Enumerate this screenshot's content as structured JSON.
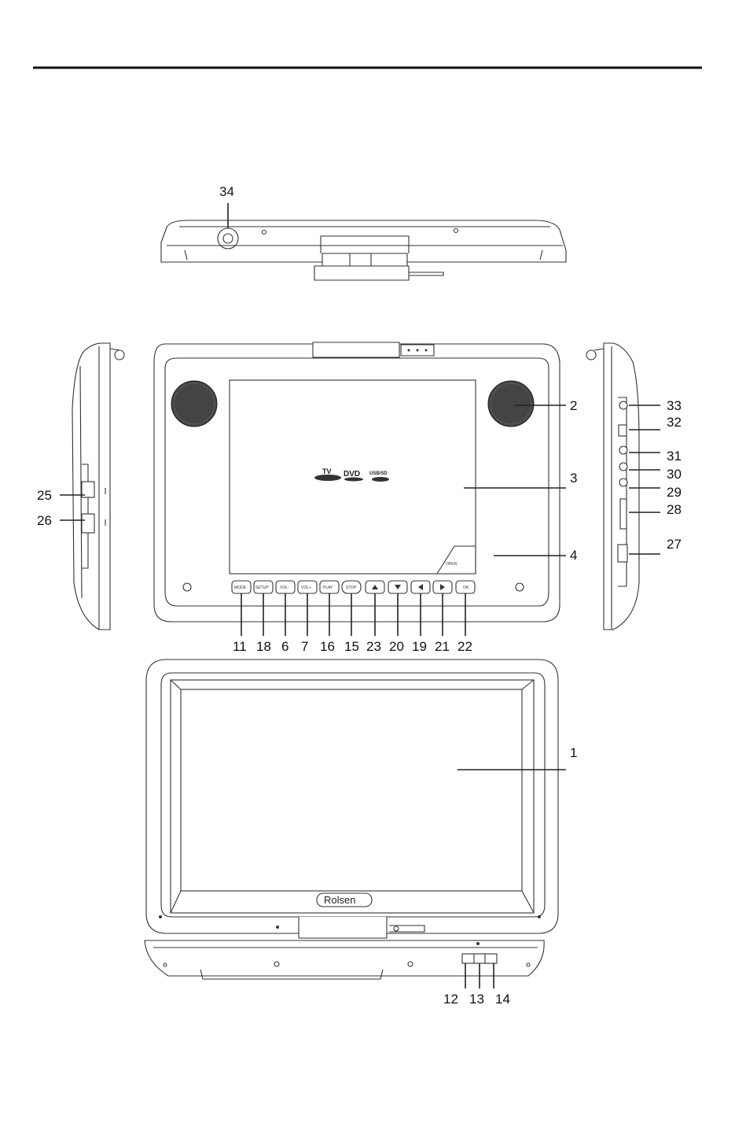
{
  "callouts": {
    "c1": "1",
    "c2": "2",
    "c3": "3",
    "c4": "4",
    "c6": "6",
    "c7": "7",
    "c11": "11",
    "c12": "12",
    "c13": "13",
    "c14": "14",
    "c15": "15",
    "c16": "16",
    "c18": "18",
    "c19": "19",
    "c20": "20",
    "c21": "21",
    "c22": "22",
    "c23": "23",
    "c25": "25",
    "c26": "26",
    "c27": "27",
    "c28": "28",
    "c29": "29",
    "c30": "30",
    "c31": "31",
    "c32": "32",
    "c33": "33",
    "c34": "34"
  },
  "buttons": {
    "mode": "MODE",
    "setup": "SETUP",
    "vol_down": "VOL-",
    "vol_up": "VOL+",
    "play": "PLAY",
    "stop": "STOP",
    "ok": "OK"
  },
  "panel": {
    "open": "OPEN",
    "logo_tv": "TV",
    "logo_dvd": "DVD",
    "logo_usb": "USB/SD"
  },
  "brand": "Rolsen"
}
